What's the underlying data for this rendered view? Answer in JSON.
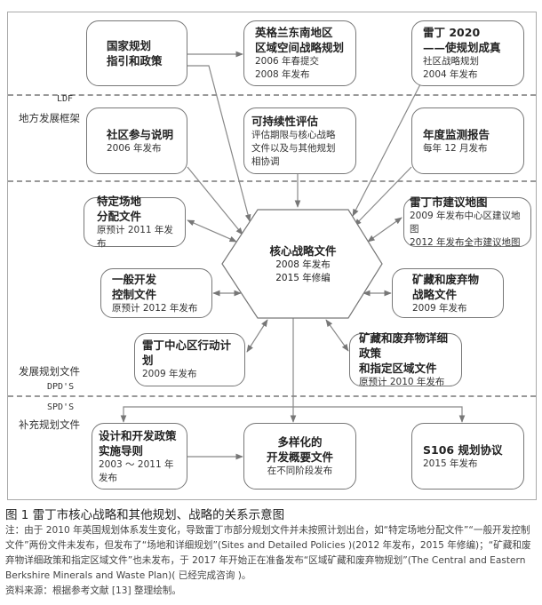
{
  "zones": {
    "ldf_code": "LDF",
    "ldf_label": "地方发展框架",
    "dpd_label": "发展规划文件",
    "dpd_code": "DPD'S",
    "spd_code": "SPD'S",
    "spd_label": "补充规划文件"
  },
  "boxes": {
    "national": {
      "title": [
        "国家规划",
        "指引和政策"
      ]
    },
    "regional": {
      "title": [
        "英格兰东南地区",
        "区域空间战略规划"
      ],
      "sub": [
        "2006 年春提交",
        "2008 年发布"
      ]
    },
    "reading2020": {
      "title": [
        "雷丁 2020",
        "——使规划成真"
      ],
      "sub": [
        "社区战略规划",
        "2004 年发布"
      ]
    },
    "community": {
      "title": [
        "社区参与说明"
      ],
      "sub": [
        "2006 年发布"
      ]
    },
    "sustainability": {
      "title": [
        "可持续性评估"
      ],
      "sub": [
        "评估期限与核心战略",
        "文件以及与其他规划",
        "相协调"
      ]
    },
    "monitoring": {
      "title": [
        "年度监测报告"
      ],
      "sub": [
        "每年 12 月发布"
      ]
    },
    "site_alloc": {
      "title": [
        "特定场地",
        "分配文件"
      ],
      "sub": [
        "原预计 2011 年发布"
      ]
    },
    "proposals_map": {
      "title": [
        "雷丁市建议地图"
      ],
      "sub": [
        "2009 年发布中心区建议地图",
        "2012 年发布全市建议地图"
      ]
    },
    "core": {
      "title": [
        "核心战略文件"
      ],
      "sub": [
        "2008 年发布",
        "2015 年修编"
      ]
    },
    "general_dev": {
      "title": [
        "一般开发",
        "控制文件"
      ],
      "sub": [
        "原预计 2012 年发布"
      ]
    },
    "minerals_strategy": {
      "title": [
        "矿藏和废弃物",
        "战略文件"
      ],
      "sub": [
        "2009 年发布"
      ]
    },
    "centre_action": {
      "title": [
        "雷丁中心区行动计划"
      ],
      "sub": [
        "2009 年发布"
      ]
    },
    "minerals_detail": {
      "title": [
        "矿藏和废弃物详细政策",
        "和指定区域文件"
      ],
      "sub": [
        "原预计 2010 年发布"
      ]
    },
    "design_guide": {
      "title": [
        "设计和开发政策",
        "实施导则"
      ],
      "sub": [
        "2003 ～ 2011 年发布"
      ]
    },
    "dev_briefs": {
      "title": [
        "多样化的",
        "开发概要文件"
      ],
      "sub": [
        "在不同阶段发布"
      ]
    },
    "s106": {
      "title": [
        "S106 规划协议"
      ],
      "sub": [
        "2015 年发布"
      ]
    }
  },
  "caption": {
    "title": "图 1  雷丁市核心战略和其他规划、战略的关系示意图",
    "note": "注：由于 2010 年英国规划体系发生变化，导致雷丁市部分规划文件并未按照计划出台，如“特定场地分配文件”“一般开发控制文件”两份文件未发布，但发布了“场地和详细规划”(Sites and Detailed Policies )(2012 年发布，2015 年修编)；“矿藏和废弃物详细政策和指定区域文件”也未发布，于 2017 年开始正在准备发布“区域矿藏和废弃物规划”(The Central and Eastern Berkshire Minerals and Waste Plan)( 已经完成咨询 )。",
    "source": "资料来源：根据参考文献 [13] 整理绘制。"
  }
}
